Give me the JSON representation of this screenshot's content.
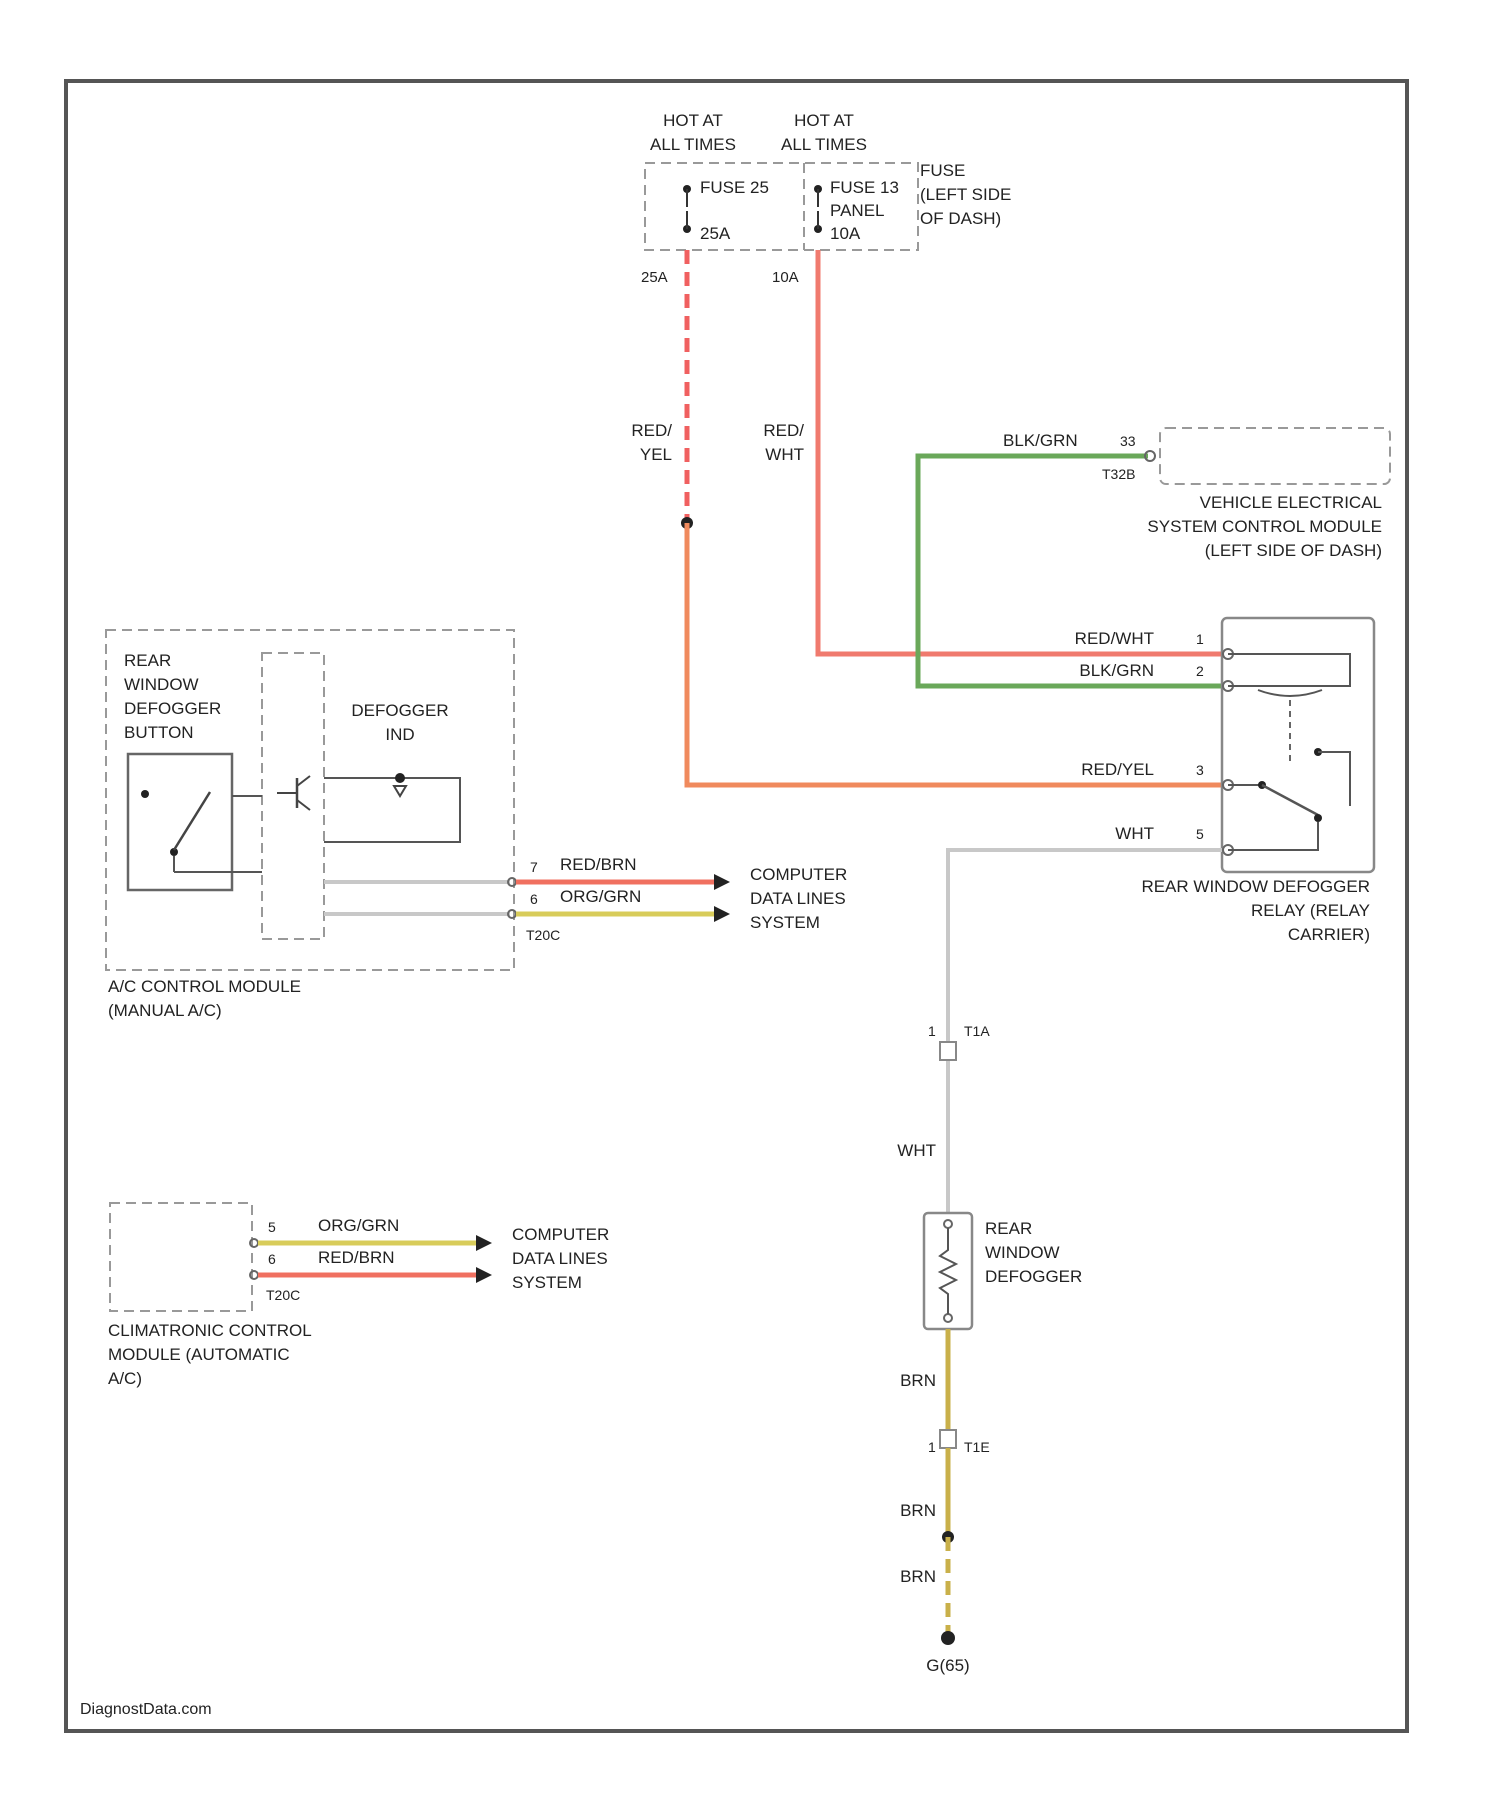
{
  "colors": {
    "red_yel_wire": "#f08a5d",
    "red_wht_wire": "#f07a6e",
    "blk_grn_wire": "#6aa85a",
    "red_brn_wire": "#f07060",
    "org_grn_wire": "#d8cc5a",
    "wht_wire": "#c8c8c8",
    "brn_wire": "#c9b04a",
    "frame": "#555555",
    "dashed_box": "#999999"
  },
  "power": {
    "hot_left": [
      "HOT AT",
      "ALL TIMES"
    ],
    "hot_right": [
      "HOT AT",
      "ALL TIMES"
    ],
    "fuse25": "FUSE 25",
    "fuse25_rating": "25A",
    "fuse13": "FUSE 13",
    "fuse13_panel": "PANEL",
    "fuse13_rating": "10A",
    "fuse_block": [
      "FUSE",
      "(LEFT SIDE",
      "OF DASH)"
    ],
    "fuse25_out": "25A",
    "fuse13_out": "10A"
  },
  "wires": {
    "red_yel_vertical": [
      "RED/",
      "YEL"
    ],
    "red_wht_vertical": [
      "RED/",
      "WHT"
    ],
    "blk_grn_top": "BLK/GRN",
    "red_wht_relay": "RED/WHT",
    "blk_grn_relay": "BLK/GRN",
    "red_yel_relay": "RED/YEL",
    "wht_relay": "WHT",
    "wht_vertical": "WHT",
    "brn_1": "BRN",
    "brn_2": "BRN",
    "brn_3": "BRN",
    "manual_red_brn": "RED/BRN",
    "manual_org_grn": "ORG/GRN",
    "auto_org_grn": "ORG/GRN",
    "auto_red_brn": "RED/BRN"
  },
  "vescm": {
    "pin": "33",
    "connector": "T32B",
    "label": [
      "VEHICLE ELECTRICAL",
      "SYSTEM CONTROL MODULE",
      "(LEFT SIDE OF DASH)"
    ]
  },
  "relay": {
    "pins": [
      "1",
      "2",
      "3",
      "5"
    ],
    "label": [
      "REAR WINDOW DEFOGGER",
      "RELAY (RELAY",
      "CARRIER)"
    ]
  },
  "manual_module": {
    "button_label": [
      "REAR",
      "WINDOW",
      "DEFOGGER",
      "BUTTON"
    ],
    "led_label": [
      "DEFOGGER",
      "IND"
    ],
    "pin_7": "7",
    "pin_6": "6",
    "connector": "T20C",
    "label": [
      "A/C CONTROL MODULE",
      "(MANUAL A/C)"
    ],
    "data_lines": [
      "COMPUTER",
      "DATA LINES",
      "SYSTEM"
    ]
  },
  "auto_module": {
    "pin_5": "5",
    "pin_6": "6",
    "connector": "T20C",
    "label": [
      "CLIMATRONIC CONTROL",
      "MODULE (AUTOMATIC",
      "A/C)"
    ],
    "data_lines": [
      "COMPUTER",
      "DATA LINES",
      "SYSTEM"
    ]
  },
  "t1a": {
    "pin": "1",
    "connector": "T1A"
  },
  "defogger": {
    "label": [
      "REAR",
      "WINDOW",
      "DEFOGGER"
    ]
  },
  "t1e": {
    "pin": "1",
    "connector": "T1E"
  },
  "ground": "G(65)",
  "footer": "DiagnostData.com"
}
